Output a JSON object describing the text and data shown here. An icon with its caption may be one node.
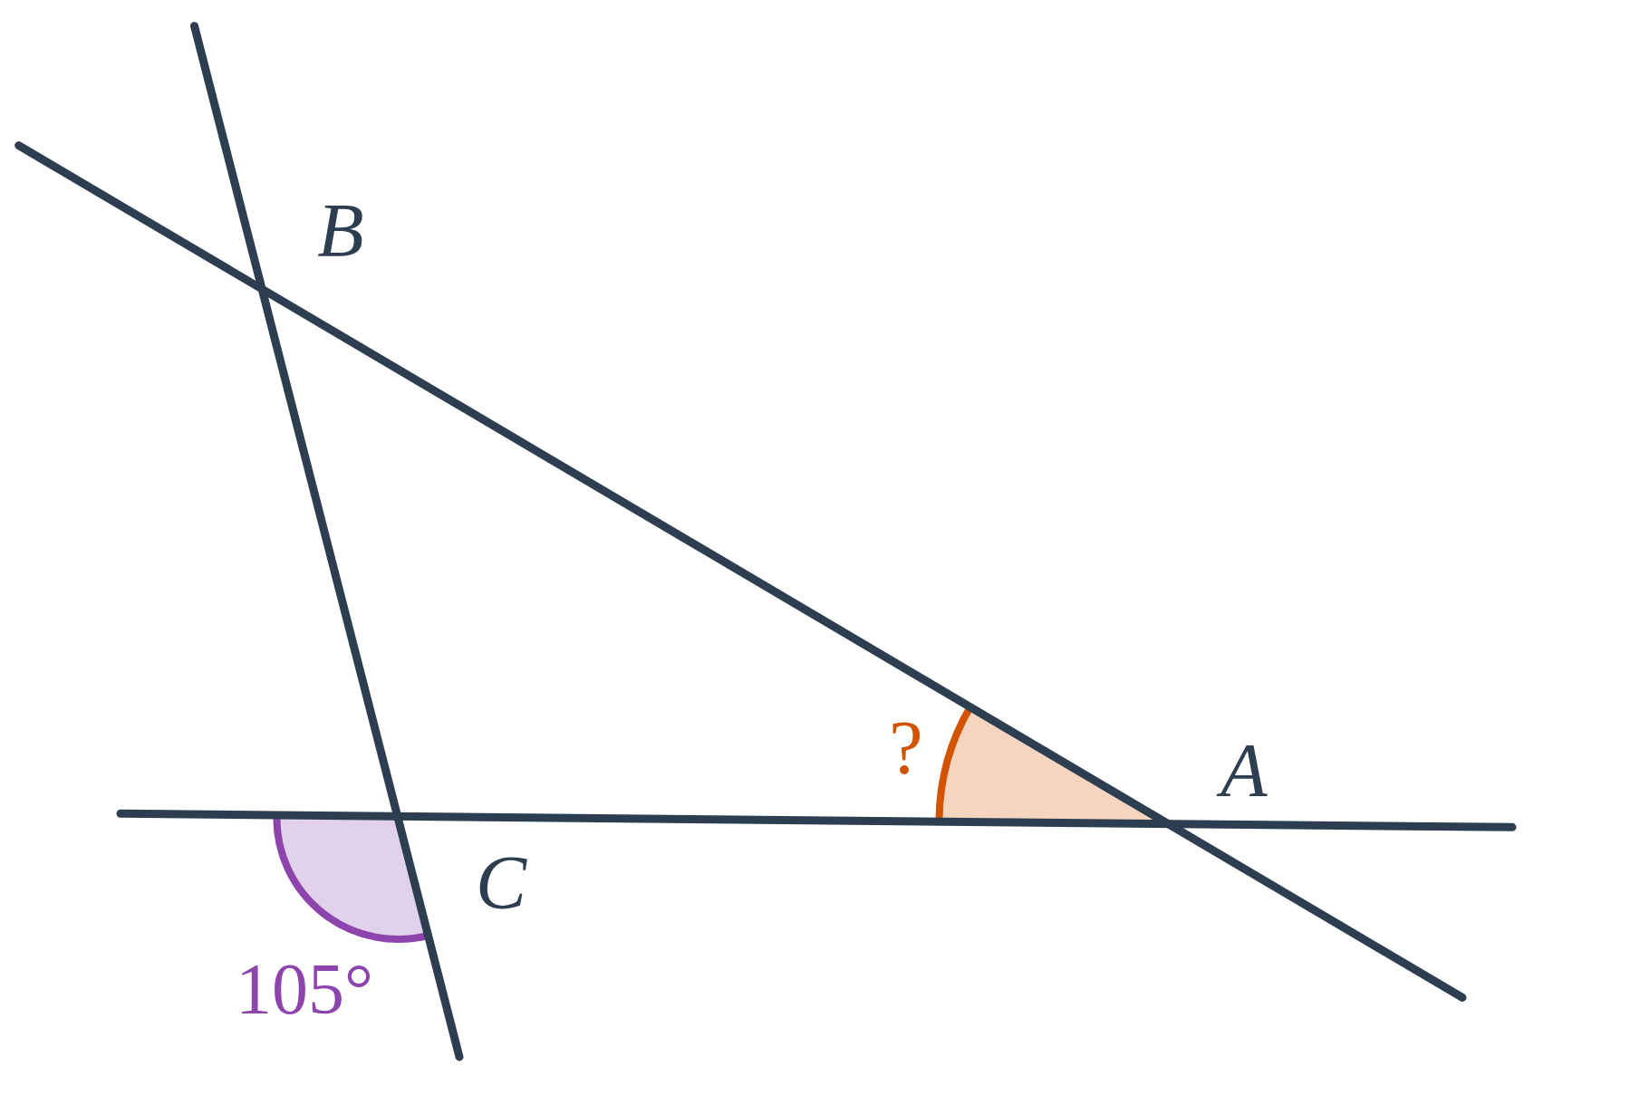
{
  "diagram": {
    "labels": [
      "B",
      "A",
      "C",
      "?",
      "105°"
    ]
  }
}
